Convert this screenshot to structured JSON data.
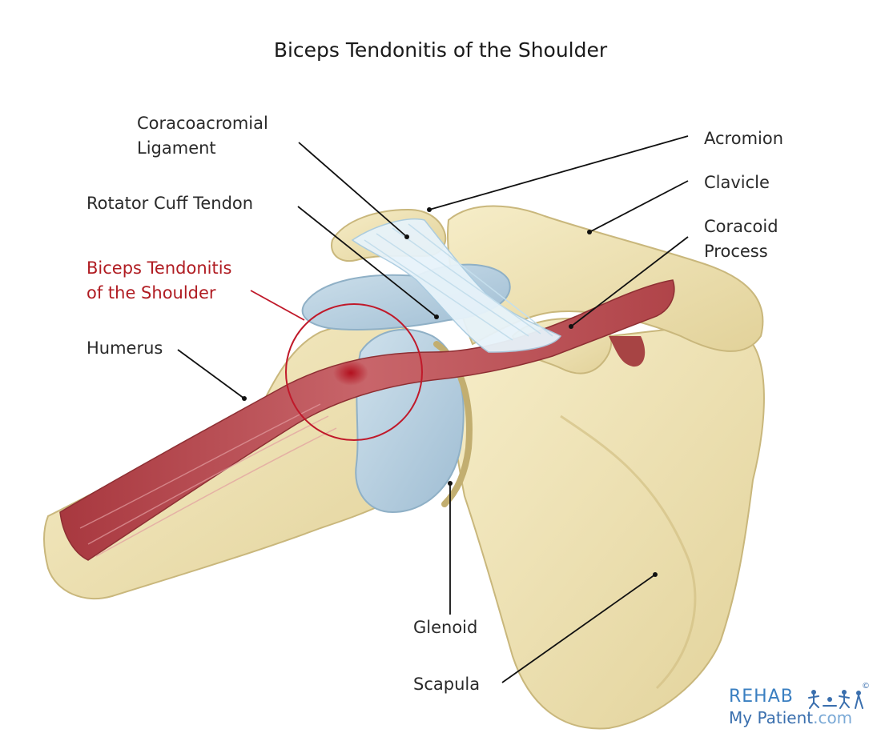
{
  "title": "Biceps Tendonitis of the Shoulder",
  "labels": {
    "coracoacromial_1": "Coracoacromial",
    "coracoacromial_2": "Ligament",
    "rotator_cuff": "Rotator Cuff Tendon",
    "biceps_1": "Biceps Tendonitis",
    "biceps_2": "of the Shoulder",
    "humerus": "Humerus",
    "acromion": "Acromion",
    "clavicle": "Clavicle",
    "coracoid_1": "Coracoid",
    "coracoid_2": "Process",
    "glenoid": "Glenoid",
    "scapula": "Scapula"
  },
  "logo": {
    "line1": "REHAB",
    "line2": "My Patient",
    "line2_suffix": ".com",
    "copyright": "©"
  },
  "colors": {
    "bone": "#efe3b4",
    "bone_shade": "#d6c58c",
    "cartilage": "#b9d2e2",
    "muscle": "#b84a4e",
    "ligament": "#dceef7",
    "highlight": "#c0192a",
    "label_red": "#b01c22"
  }
}
